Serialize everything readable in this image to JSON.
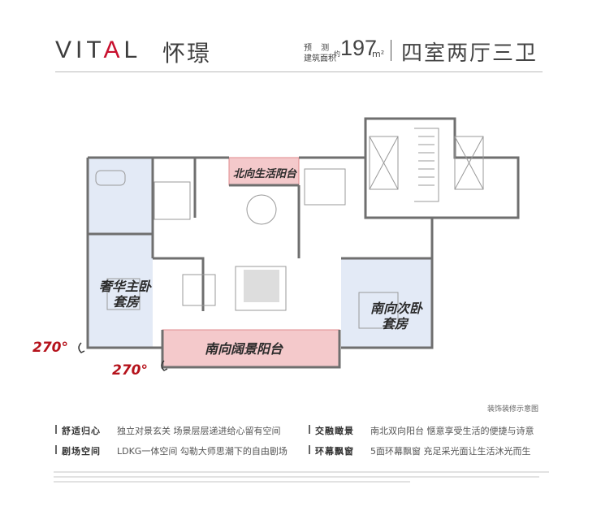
{
  "header": {
    "brand_prefix": "VIT",
    "brand_accent": "A",
    "brand_suffix": "L",
    "project_name": "怀璟",
    "prefix_top": "预 测",
    "prefix_bottom": "建筑面积",
    "prefix_yue": "约",
    "area_value": "197",
    "area_unit": "m²",
    "layout_type": "四室两厅三卫"
  },
  "plan": {
    "callouts": {
      "north_balcony": "北向生活阳台",
      "master_suite": [
        "奢华主卧",
        "套房"
      ],
      "south_balcony": "南向阔景阳台",
      "second_suite": [
        "南向次卧",
        "套房"
      ]
    },
    "rotation_labels": [
      "270°",
      "270°"
    ],
    "colors": {
      "pink_fill": "#f4c9cb",
      "blue_fill": "#e3eaf6",
      "wall": "#6f6f6f",
      "callout_text": "#2b2b2b",
      "rotation_text": "#b5121b"
    }
  },
  "notice": "装饰装修示意图",
  "features": [
    {
      "title": "舒适归心",
      "text": "独立对景玄关 场景层层递进给心留有空间"
    },
    {
      "title": "交融瞰景",
      "text": "南北双向阳台 惬意享受生活的便捷与诗意"
    },
    {
      "title": "剧场空间",
      "text": "LDKG一体空间 勾勒大师思潮下的自由剧场"
    },
    {
      "title": "环幕飘窗",
      "text": "5面环幕飘窗 充足采光面让生活沐光而生"
    }
  ]
}
